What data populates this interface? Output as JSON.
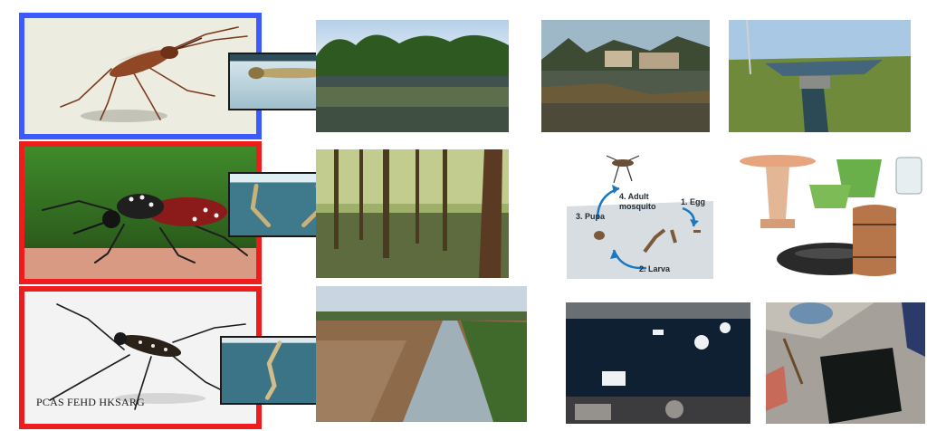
{
  "colors": {
    "frame_top": "#3b5bff",
    "frame_middle": "#ee1c1c",
    "frame_bottom": "#ee1c1c",
    "lifecycle_arrow": "#1a78c2"
  },
  "panels": {
    "mosquito_bottom": {
      "credit_text": "PCAS FEHD HKSARG"
    }
  },
  "lifecycle_diagram": {
    "labels": {
      "adult": "4. Adult",
      "adult_line2": "mosquito",
      "egg": "1. Egg",
      "pupa": "3. Pupa",
      "larva": "2. Larva"
    }
  }
}
